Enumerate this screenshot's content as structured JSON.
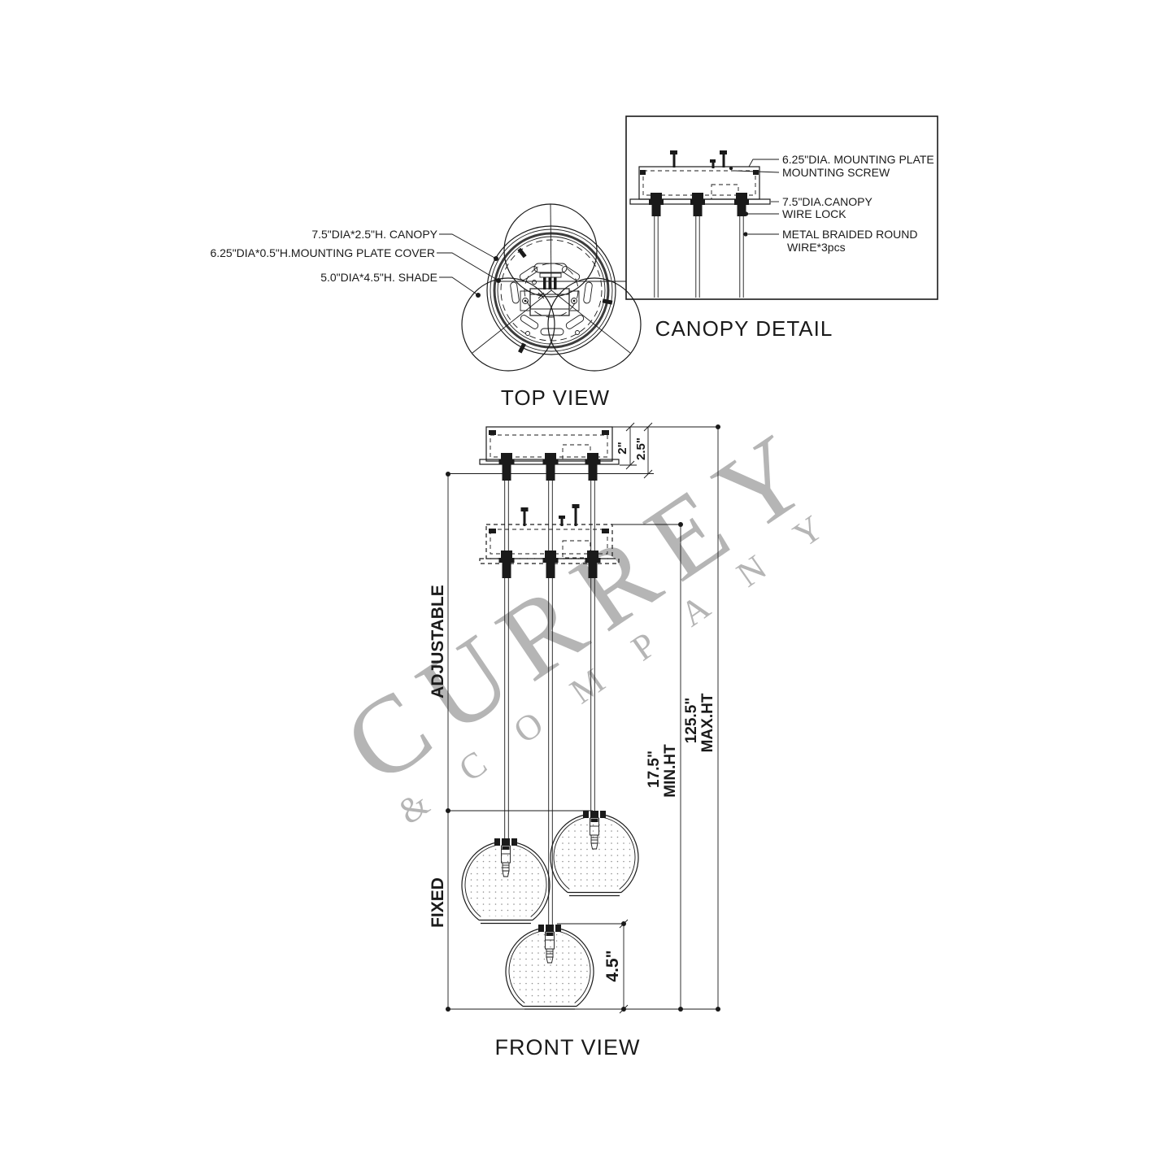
{
  "colors": {
    "line": "#1a1a1a",
    "watermark": "#b5b5b5",
    "background": "#ffffff"
  },
  "watermark": {
    "brand_top": "CURREY",
    "brand_bottom": "& COMPANY"
  },
  "top_view": {
    "title": "TOP VIEW",
    "labels": {
      "canopy": "7.5\"DIA*2.5\"H. CANOPY",
      "mounting_plate_cover": "6.25\"DIA*0.5\"H.MOUNTING PLATE COVER",
      "shade": "5.0\"DIA*4.5\"H. SHADE"
    }
  },
  "canopy_detail": {
    "title": "CANOPY DETAIL",
    "labels": {
      "mounting_plate": "6.25\"DIA. MOUNTING PLATE",
      "mounting_screw": "MOUNTING SCREW",
      "canopy": "7.5\"DIA.CANOPY",
      "wire_lock": "WIRE LOCK",
      "braided_wire_line1": "METAL BRAIDED ROUND",
      "braided_wire_line2": "WIRE*3pcs"
    }
  },
  "front_view": {
    "title": "FRONT VIEW",
    "dimensions": {
      "plate_height": "2\"",
      "canopy_height": "2.5\"",
      "adjustable_label": "ADJUSTABLE",
      "fixed_label": "FIXED",
      "min_height_value": "17.5\"",
      "min_height_label": "MIN.HT",
      "max_height_value": "125.5\"",
      "max_height_label": "MAX.HT",
      "shade_height": "4.5\""
    }
  }
}
